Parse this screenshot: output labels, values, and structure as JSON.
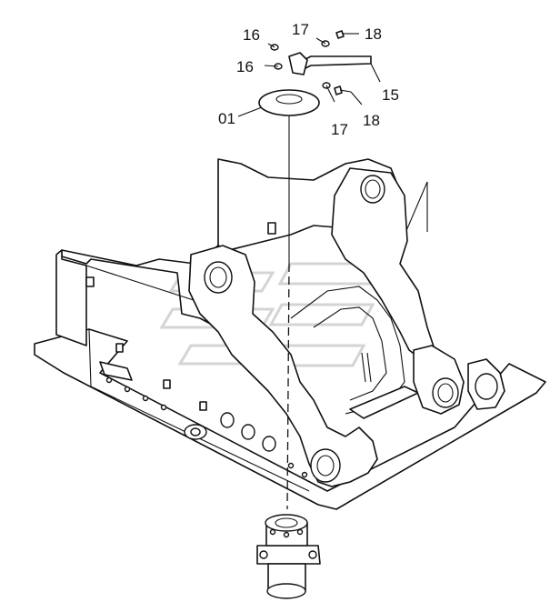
{
  "labels": {
    "part_01": "01",
    "part_15": "15",
    "part_16_top": "16",
    "part_16_mid": "16",
    "part_17_top": "17",
    "part_17_bottom": "17",
    "part_18_top": "18",
    "part_18_bottom": "18"
  }
}
